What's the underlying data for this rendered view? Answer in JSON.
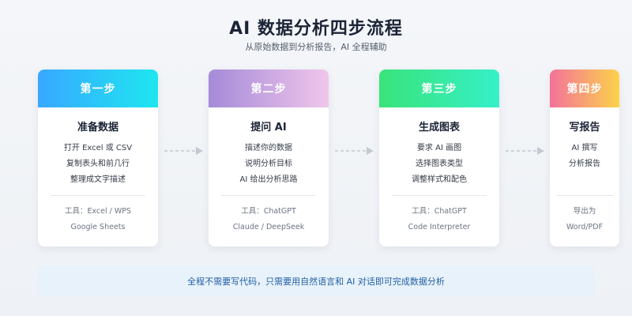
{
  "header": {
    "title": "AI 数据分析四步流程",
    "subtitle": "从原始数据到分析报告，AI 全程辅助"
  },
  "steps": [
    {
      "label": "第一步",
      "title": "准备数据",
      "items": [
        "打开 Excel 或 CSV",
        "复制表头和前几行",
        "整理成文字描述"
      ],
      "tools": [
        "工具：Excel / WPS",
        "Google Sheets"
      ],
      "gradient": [
        "#38a8ff",
        "#1ee6f0"
      ]
    },
    {
      "label": "第二步",
      "title": "提问 AI",
      "items": [
        "描述你的数据",
        "说明分析目标",
        "AI 给出分析思路"
      ],
      "tools": [
        "工具：ChatGPT",
        "Claude / DeepSeek"
      ],
      "gradient": [
        "#a58ad8",
        "#f0c6ea"
      ]
    },
    {
      "label": "第三步",
      "title": "生成图表",
      "items": [
        "要求 AI 画图",
        "选择图表类型",
        "调整样式和配色"
      ],
      "tools": [
        "工具：ChatGPT",
        "Code Interpreter"
      ],
      "gradient": [
        "#39e37a",
        "#36f0c8"
      ]
    },
    {
      "label": "第四步",
      "title": "写报告",
      "items": [
        "AI 撰写",
        "分析报告"
      ],
      "tools": [
        "导出为",
        "Word/PDF"
      ],
      "gradient": [
        "#f3729a",
        "#fcd24a"
      ]
    }
  ],
  "footer": {
    "note": "全程不需要写代码，只需要用自然语言和 AI 对话即可完成数据分析"
  },
  "colors": {
    "arrow": "#c3c9d1",
    "banner_bg": "#e8f2fb",
    "banner_text": "#1f5fa3"
  }
}
